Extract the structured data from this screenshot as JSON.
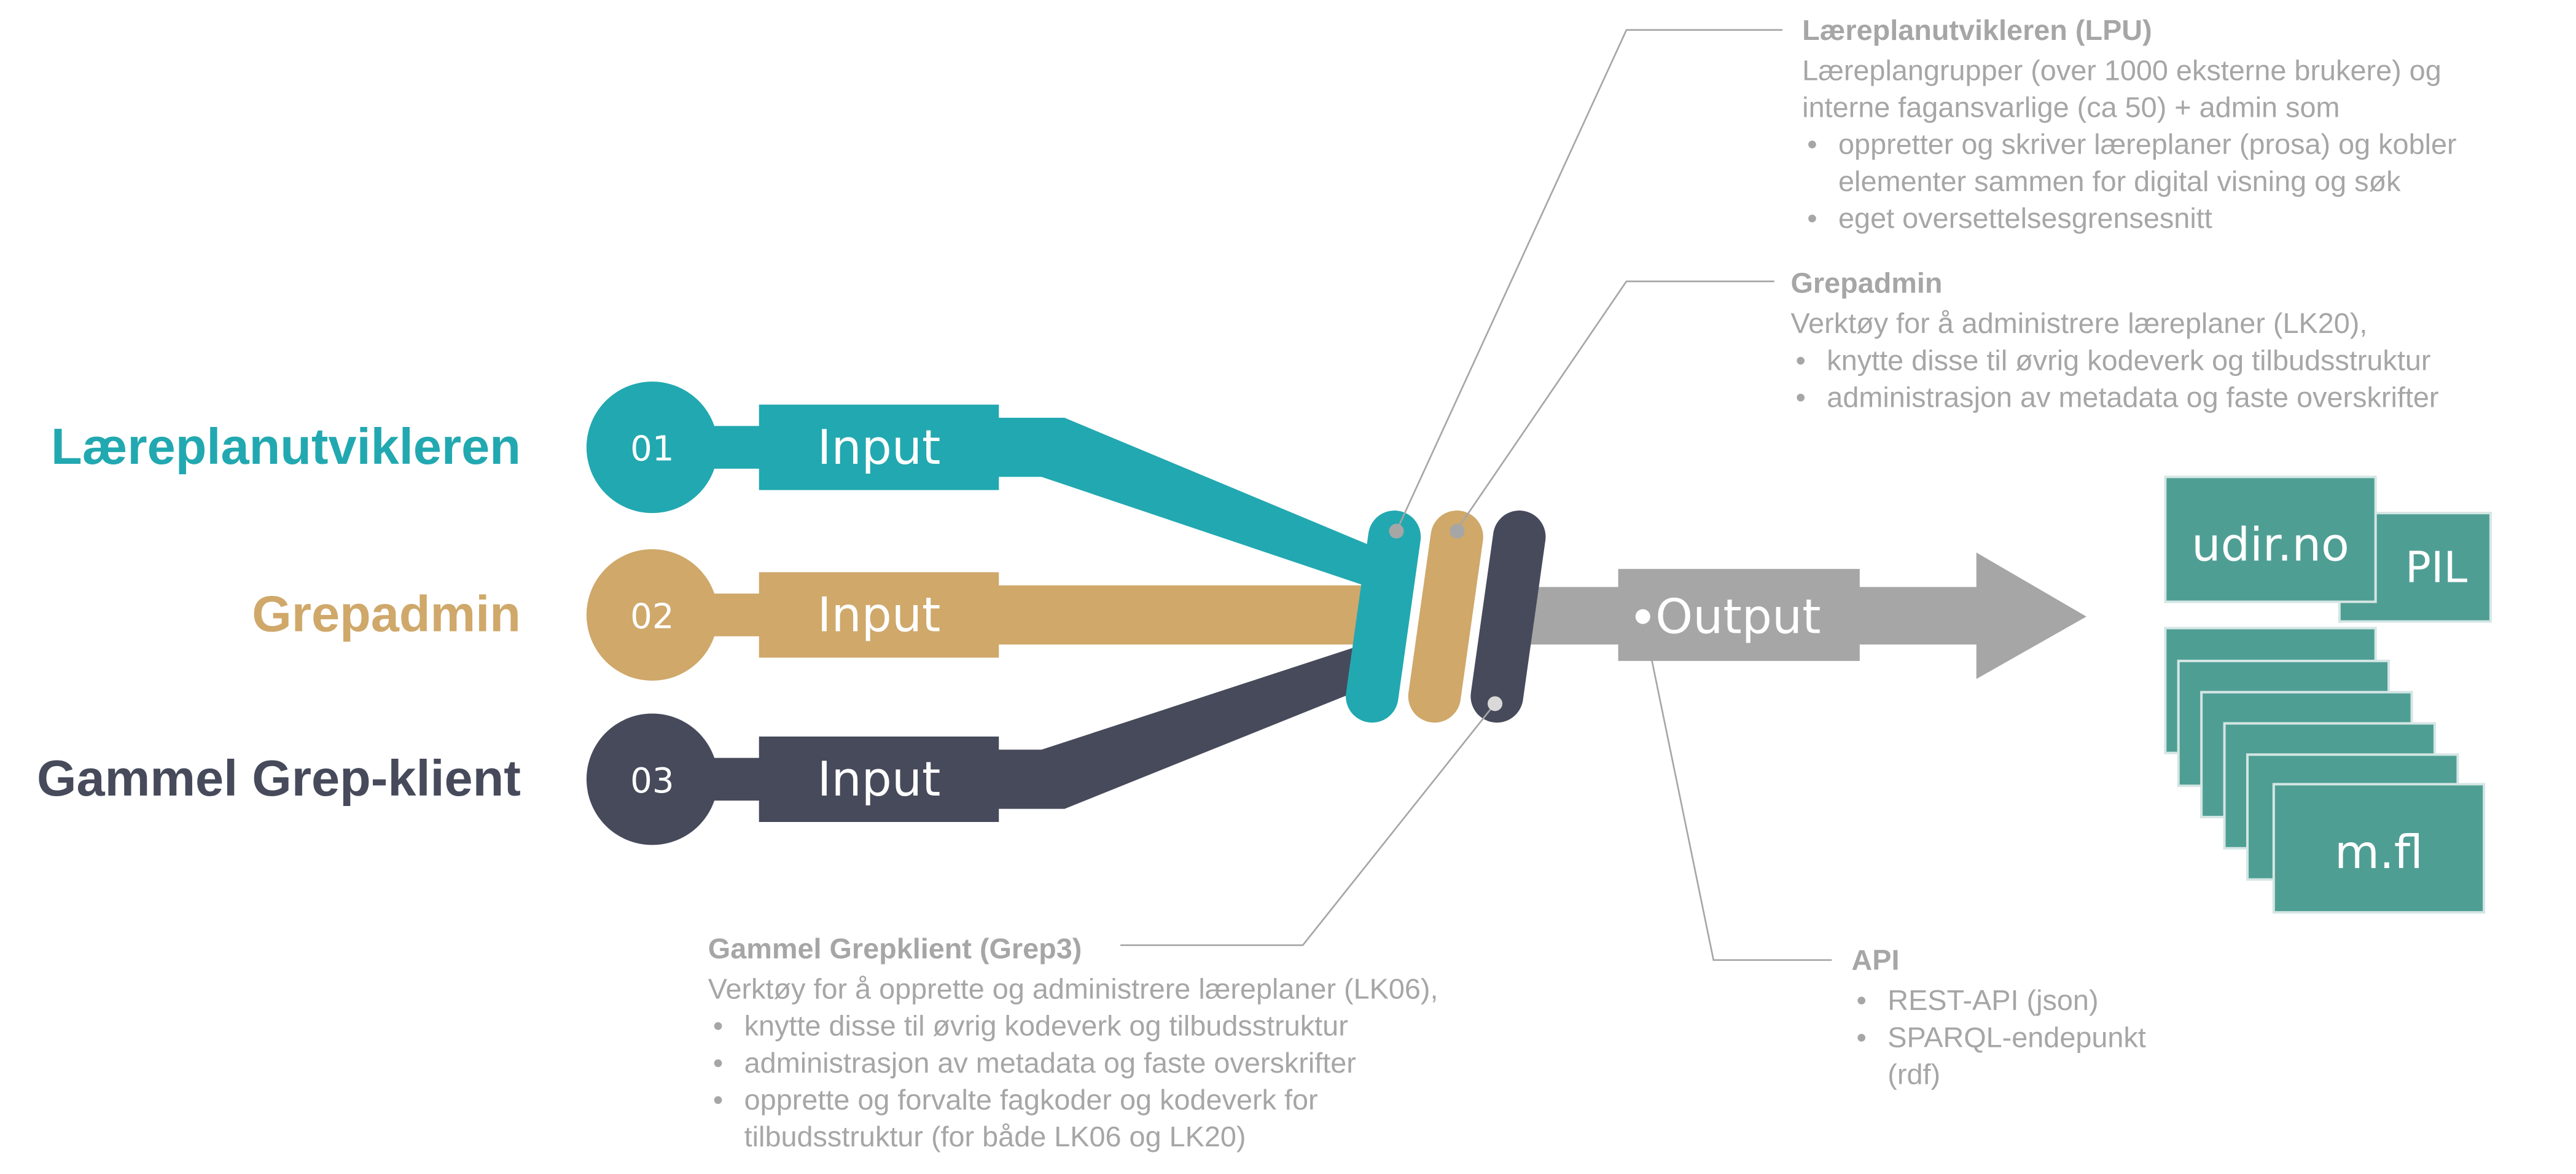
{
  "colors": {
    "teal": "#22a8b0",
    "tan": "#cfa86a",
    "dark": "#464a5a",
    "grey_arrow": "#a6a6a6",
    "target_box": "#4f9e94",
    "annotation_text": "#a6a6a6"
  },
  "sources": [
    {
      "number": "01",
      "name": "Læreplanutvikleren",
      "pipe_label": "Input"
    },
    {
      "number": "02",
      "name": "Grepadmin",
      "pipe_label": "Input"
    },
    {
      "number": "03",
      "name": "Gammel Grep-klient",
      "pipe_label": "Input"
    }
  ],
  "output": {
    "label": "Output"
  },
  "targets": [
    {
      "label": "udir.no"
    },
    {
      "label": "PIL"
    },
    {
      "label": "m.fl"
    }
  ],
  "annotations": {
    "lpu": {
      "title": "Læreplanutvikleren (LPU)",
      "lines": [
        "Læreplangrupper (over 1000 eksterne brukere) og",
        "interne fagansvarlige (ca 50) + admin som"
      ],
      "bullets": [
        [
          "oppretter og skriver læreplaner (prosa) og kobler",
          "elementer sammen for digital visning og søk"
        ],
        [
          "eget oversettelsesgrensesnitt"
        ]
      ]
    },
    "grepadmin": {
      "title": "Grepadmin",
      "lines": [
        "Verktøy for å administrere læreplaner (LK20),"
      ],
      "bullets": [
        [
          "knytte disse til øvrig kodeverk og tilbudsstruktur"
        ],
        [
          "administrasjon av metadata og faste overskrifter"
        ]
      ]
    },
    "grep3": {
      "title": "Gammel Grepklient (Grep3)",
      "lines": [
        "Verktøy for å opprette og administrere læreplaner (LK06),"
      ],
      "bullets": [
        [
          "knytte disse til øvrig kodeverk og tilbudsstruktur"
        ],
        [
          "administrasjon av metadata og faste overskrifter"
        ],
        [
          "opprette og forvalte fagkoder og kodeverk for",
          "tilbudsstruktur (for både LK06 og LK20)"
        ]
      ]
    },
    "api": {
      "title": "API",
      "lines": [],
      "bullets": [
        [
          "REST-API (json)"
        ],
        [
          "SPARQL-endepunkt",
          "(rdf)"
        ]
      ]
    }
  }
}
